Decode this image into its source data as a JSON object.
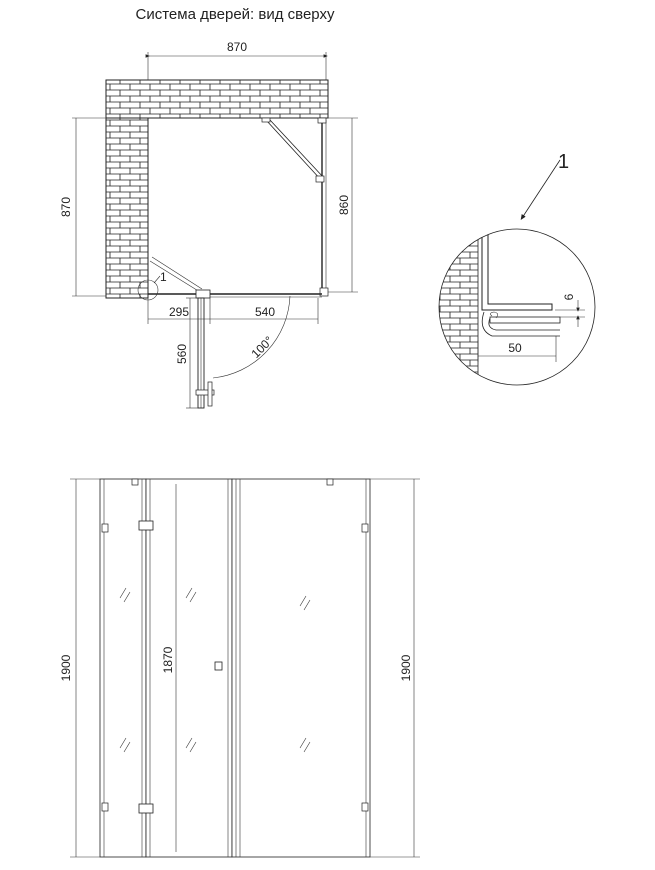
{
  "title": "Система дверей: вид сверху",
  "top_view": {
    "width": "870",
    "depth_left": "870",
    "depth_right": "860",
    "segment_a": "295",
    "segment_b": "540",
    "door_length": "560",
    "angle": "100°",
    "callout": "1"
  },
  "detail": {
    "callout": "1",
    "gap": "6",
    "offset": "50"
  },
  "front_view": {
    "height_left": "1900",
    "height_right": "1900",
    "door_height": "1870"
  }
}
